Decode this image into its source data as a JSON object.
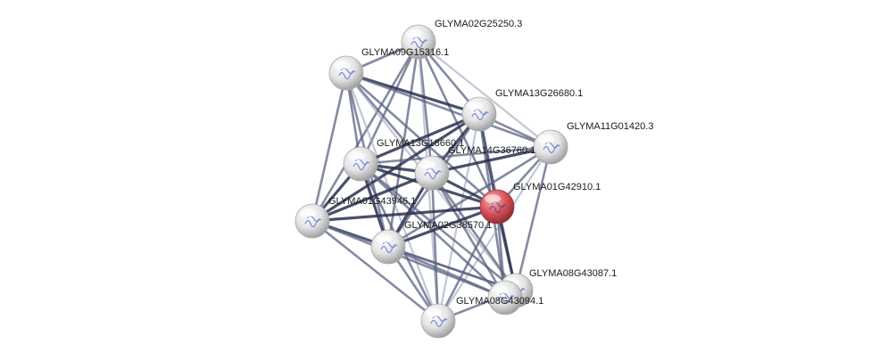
{
  "network": {
    "highlight_color": "#d9535b",
    "node_color": "#e6e6e6",
    "edge_colors": {
      "strong": "#2a3050",
      "medium": "#5a6382",
      "weak": "#9aa2b8"
    },
    "nodes": [
      {
        "id": "GLYMA02G25250.3",
        "label": "GLYMA02G25250.3",
        "highlight": false
      },
      {
        "id": "GLYMA09G15316.1",
        "label": "GLYMA09G15316.1",
        "highlight": false
      },
      {
        "id": "GLYMA13G26680.1",
        "label": "GLYMA13G26680.1",
        "highlight": false
      },
      {
        "id": "GLYMA11G01420.3",
        "label": "GLYMA11G01420.3",
        "highlight": false
      },
      {
        "id": "GLYMA13G18660.1",
        "label": "GLYMA13G18660.1",
        "highlight": false
      },
      {
        "id": "GLYMA14G36760.1",
        "label": "GLYMA14G36760.1",
        "highlight": false
      },
      {
        "id": "GLYMA01G42910.1",
        "label": "GLYMA01G42910.1",
        "highlight": true
      },
      {
        "id": "GLYMA01G43946.1",
        "label": "GLYMA01G43946.1",
        "highlight": false
      },
      {
        "id": "GLYMA02G38570.1",
        "label": "GLYMA02G38570.1",
        "highlight": false
      },
      {
        "id": "GLYMA08G43087.1",
        "label": "GLYMA08G43087.1",
        "highlight": false
      },
      {
        "id": "GLYMA08G43094.1",
        "label": "GLYMA08G43094.1",
        "highlight": false
      },
      {
        "id": "GLYMA_unlabeled_bottom",
        "label": "",
        "highlight": false
      }
    ],
    "edges": [
      [
        "GLYMA02G25250.3",
        "GLYMA09G15316.1",
        "medium"
      ],
      [
        "GLYMA02G25250.3",
        "GLYMA13G26680.1",
        "medium"
      ],
      [
        "GLYMA02G25250.3",
        "GLYMA11G01420.3",
        "weak"
      ],
      [
        "GLYMA02G25250.3",
        "GLYMA13G18660.1",
        "medium"
      ],
      [
        "GLYMA02G25250.3",
        "GLYMA14G36760.1",
        "medium"
      ],
      [
        "GLYMA02G25250.3",
        "GLYMA01G42910.1",
        "medium"
      ],
      [
        "GLYMA02G25250.3",
        "GLYMA01G43946.1",
        "medium"
      ],
      [
        "GLYMA02G25250.3",
        "GLYMA02G38570.1",
        "medium"
      ],
      [
        "GLYMA02G25250.3",
        "GLYMA_unlabeled_bottom",
        "weak"
      ],
      [
        "GLYMA09G15316.1",
        "GLYMA13G26680.1",
        "strong"
      ],
      [
        "GLYMA09G15316.1",
        "GLYMA11G01420.3",
        "medium"
      ],
      [
        "GLYMA09G15316.1",
        "GLYMA13G18660.1",
        "medium"
      ],
      [
        "GLYMA09G15316.1",
        "GLYMA14G36760.1",
        "medium"
      ],
      [
        "GLYMA09G15316.1",
        "GLYMA01G42910.1",
        "medium"
      ],
      [
        "GLYMA09G15316.1",
        "GLYMA01G43946.1",
        "medium"
      ],
      [
        "GLYMA09G15316.1",
        "GLYMA02G38570.1",
        "medium"
      ],
      [
        "GLYMA09G15316.1",
        "GLYMA08G43087.1",
        "weak"
      ],
      [
        "GLYMA09G15316.1",
        "GLYMA_unlabeled_bottom",
        "weak"
      ],
      [
        "GLYMA13G26680.1",
        "GLYMA11G01420.3",
        "medium"
      ],
      [
        "GLYMA13G26680.1",
        "GLYMA13G18660.1",
        "strong"
      ],
      [
        "GLYMA13G26680.1",
        "GLYMA14G36760.1",
        "strong"
      ],
      [
        "GLYMA13G26680.1",
        "GLYMA01G42910.1",
        "strong"
      ],
      [
        "GLYMA13G26680.1",
        "GLYMA01G43946.1",
        "strong"
      ],
      [
        "GLYMA13G26680.1",
        "GLYMA02G38570.1",
        "medium"
      ],
      [
        "GLYMA13G26680.1",
        "GLYMA08G43087.1",
        "medium"
      ],
      [
        "GLYMA13G26680.1",
        "GLYMA08G43094.1",
        "medium"
      ],
      [
        "GLYMA13G26680.1",
        "GLYMA_unlabeled_bottom",
        "weak"
      ],
      [
        "GLYMA11G01420.3",
        "GLYMA13G18660.1",
        "medium"
      ],
      [
        "GLYMA11G01420.3",
        "GLYMA14G36760.1",
        "strong"
      ],
      [
        "GLYMA11G01420.3",
        "GLYMA01G42910.1",
        "medium"
      ],
      [
        "GLYMA11G01420.3",
        "GLYMA02G38570.1",
        "medium"
      ],
      [
        "GLYMA11G01420.3",
        "GLYMA08G43087.1",
        "medium"
      ],
      [
        "GLYMA11G01420.3",
        "GLYMA_unlabeled_bottom",
        "weak"
      ],
      [
        "GLYMA13G18660.1",
        "GLYMA14G36760.1",
        "strong"
      ],
      [
        "GLYMA13G18660.1",
        "GLYMA01G42910.1",
        "strong"
      ],
      [
        "GLYMA13G18660.1",
        "GLYMA01G43946.1",
        "strong"
      ],
      [
        "GLYMA13G18660.1",
        "GLYMA02G38570.1",
        "strong"
      ],
      [
        "GLYMA13G18660.1",
        "GLYMA08G43087.1",
        "medium"
      ],
      [
        "GLYMA13G18660.1",
        "GLYMA08G43094.1",
        "medium"
      ],
      [
        "GLYMA13G18660.1",
        "GLYMA_unlabeled_bottom",
        "medium"
      ],
      [
        "GLYMA14G36760.1",
        "GLYMA01G42910.1",
        "strong"
      ],
      [
        "GLYMA14G36760.1",
        "GLYMA01G43946.1",
        "strong"
      ],
      [
        "GLYMA14G36760.1",
        "GLYMA02G38570.1",
        "strong"
      ],
      [
        "GLYMA14G36760.1",
        "GLYMA08G43087.1",
        "medium"
      ],
      [
        "GLYMA14G36760.1",
        "GLYMA08G43094.1",
        "medium"
      ],
      [
        "GLYMA14G36760.1",
        "GLYMA_unlabeled_bottom",
        "medium"
      ],
      [
        "GLYMA01G42910.1",
        "GLYMA01G43946.1",
        "strong"
      ],
      [
        "GLYMA01G42910.1",
        "GLYMA02G38570.1",
        "strong"
      ],
      [
        "GLYMA01G42910.1",
        "GLYMA08G43087.1",
        "strong"
      ],
      [
        "GLYMA01G42910.1",
        "GLYMA08G43094.1",
        "medium"
      ],
      [
        "GLYMA01G42910.1",
        "GLYMA_unlabeled_bottom",
        "medium"
      ],
      [
        "GLYMA01G43946.1",
        "GLYMA02G38570.1",
        "strong"
      ],
      [
        "GLYMA01G43946.1",
        "GLYMA08G43087.1",
        "medium"
      ],
      [
        "GLYMA01G43946.1",
        "GLYMA08G43094.1",
        "medium"
      ],
      [
        "GLYMA01G43946.1",
        "GLYMA_unlabeled_bottom",
        "medium"
      ],
      [
        "GLYMA02G38570.1",
        "GLYMA08G43087.1",
        "medium"
      ],
      [
        "GLYMA02G38570.1",
        "GLYMA08G43094.1",
        "medium"
      ],
      [
        "GLYMA02G38570.1",
        "GLYMA_unlabeled_bottom",
        "medium"
      ],
      [
        "GLYMA08G43087.1",
        "GLYMA_unlabeled_bottom",
        "medium"
      ]
    ]
  }
}
